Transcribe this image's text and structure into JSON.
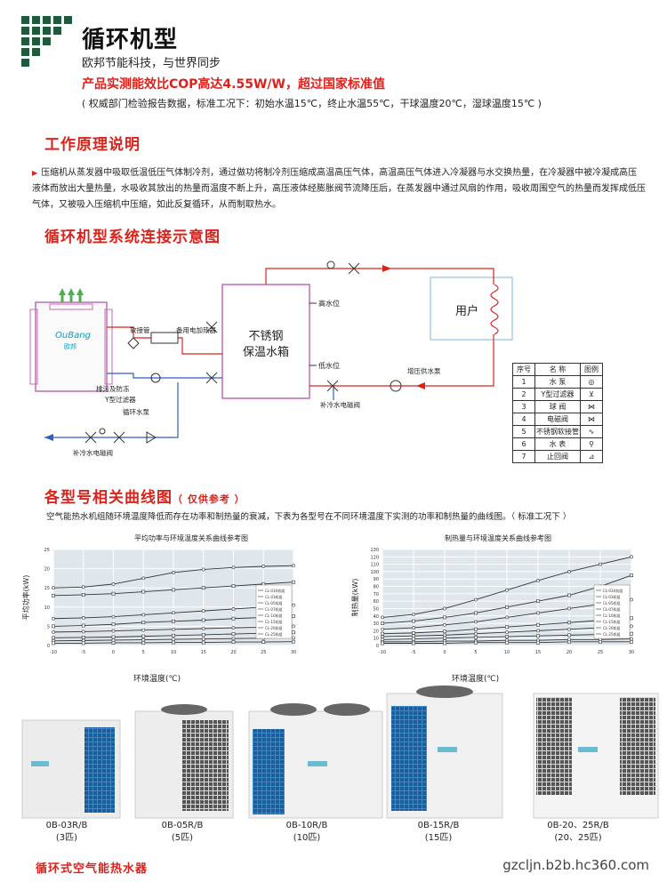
{
  "header": {
    "title": "循环机型",
    "slogan": "欧邦节能科技，与世界同步",
    "cop_claim": "产品实测能效比COP高达4.55W/W，超过国家标准值",
    "test_condition": "( 权威部门检验报告数据，标准工况下：初始水温15℃，终止水温55℃，干球温度20℃，湿球温度15℃ )"
  },
  "principle": {
    "title": "工作原理说明",
    "text": "压缩机从蒸发器中吸取低温低压气体制冷剂，通过做功将制冷剂压缩成高温高压气体，高温高压气体进入冷凝器与水交换热量，在冷凝器中被冷凝成高压液体而放出大量热量，水吸收其放出的热量而温度不断上升，高压液体经膨胀阀节流降压后，在蒸发器中通过风扇的作用，吸收周围空气的热量而发挥成低压气体，又被吸入压缩机中压缩，如此反复循环，从而制取热水。"
  },
  "diagram": {
    "title": "循环机型系统连接示意图",
    "tank_label_1": "不锈钢",
    "tank_label_2": "保温水箱",
    "user_label": "用户",
    "brand_text": "OuBang",
    "brand_sub": "欧邦",
    "labels": {
      "soft_pipe": "软接管",
      "backup_heater": "备用电加热器",
      "drain": "排污及防冻",
      "y_filter": "Y型过滤器",
      "circ_pump": "循环水泵",
      "high_level": "高水位",
      "low_level": "低水位",
      "boost_pump": "增压供水泵",
      "makeup_valve_1": "补冷水电磁阀",
      "makeup_valve_2": "补冷水电磁阀"
    },
    "legend": {
      "headers": [
        "序号",
        "名 称",
        "图例"
      ],
      "rows": [
        {
          "no": "1",
          "name": "水 泵",
          "sym": "◎"
        },
        {
          "no": "2",
          "name": "Y型过滤器",
          "sym": "⊻"
        },
        {
          "no": "3",
          "name": "球 阀",
          "sym": "⋈"
        },
        {
          "no": "4",
          "name": "电磁阀",
          "sym": "⋈"
        },
        {
          "no": "5",
          "name": "不锈钢软接管",
          "sym": "∿"
        },
        {
          "no": "6",
          "name": "水 表",
          "sym": "⚲"
        },
        {
          "no": "7",
          "name": "止回阀",
          "sym": "⊿"
        }
      ]
    }
  },
  "curves": {
    "title": "各型号相关曲线图",
    "title_note": "（ 仅供参考 ）",
    "note": "空气能热水机组随环境温度降低而存在功率和制热量的衰减，下表为各型号在不同环境温度下实测的功率和制热量的曲线图。（ 标准工况下 ）",
    "legend_items": [
      "CL-03X机组",
      "CL-03机组",
      "CL-05机组",
      "CL-07机组",
      "CL-10机组",
      "CL-15机组",
      "CL-20机组",
      "CL-25机组"
    ],
    "x_ticks": [
      "-10",
      "-5",
      "0",
      "5",
      "10",
      "15",
      "20",
      "25",
      "30"
    ]
  },
  "chart_data": [
    {
      "type": "line",
      "title": "平均功率与环境温度关系曲线参考图",
      "xlabel": "环境温度(℃)",
      "ylabel": "平均功率(kW)",
      "x": [
        -10,
        -5,
        0,
        5,
        10,
        15,
        20,
        25,
        30
      ],
      "ylim": [
        0,
        25
      ],
      "y_ticks": [
        "0",
        "5",
        "10",
        "15",
        "20",
        "25"
      ],
      "series": [
        {
          "values": [
            15.0,
            15.2,
            16.0,
            17.5,
            19.0,
            19.8,
            20.3,
            20.6,
            20.8
          ]
        },
        {
          "values": [
            13.0,
            13.2,
            13.5,
            14.0,
            14.5,
            15.0,
            15.5,
            16.0,
            16.5
          ]
        },
        {
          "values": [
            7.0,
            7.2,
            7.5,
            8.0,
            8.5,
            9.0,
            9.5,
            10.0,
            10.5
          ]
        },
        {
          "values": [
            5.0,
            5.2,
            5.5,
            6.0,
            6.3,
            6.6,
            7.0,
            7.3,
            7.6
          ]
        },
        {
          "values": [
            3.5,
            3.6,
            3.8,
            4.0,
            4.2,
            4.4,
            4.6,
            4.8,
            5.0
          ]
        },
        {
          "values": [
            2.0,
            2.1,
            2.2,
            2.4,
            2.6,
            2.8,
            3.0,
            3.2,
            3.4
          ]
        },
        {
          "values": [
            1.2,
            1.3,
            1.4,
            1.5,
            1.6,
            1.7,
            1.8,
            1.9,
            2.0
          ]
        },
        {
          "values": [
            0.6,
            0.6,
            0.7,
            0.7,
            0.8,
            0.8,
            0.9,
            0.9,
            1.0
          ]
        }
      ]
    },
    {
      "type": "line",
      "title": "制热量与环境温度关系曲线参考图",
      "xlabel": "环境温度(℃)",
      "ylabel": "制热量(kW)",
      "x": [
        -10,
        -5,
        0,
        5,
        10,
        15,
        20,
        25,
        30
      ],
      "ylim": [
        0,
        130
      ],
      "y_ticks": [
        "0",
        "10",
        "20",
        "30",
        "40",
        "50",
        "60",
        "70",
        "80",
        "90",
        "100",
        "110",
        "120",
        "130"
      ],
      "series": [
        {
          "values": [
            38,
            42,
            50,
            62,
            75,
            88,
            100,
            110,
            120
          ]
        },
        {
          "values": [
            30,
            33,
            38,
            44,
            52,
            60,
            68,
            80,
            95
          ]
        },
        {
          "values": [
            22,
            24,
            28,
            32,
            38,
            44,
            50,
            56,
            62
          ]
        },
        {
          "values": [
            16,
            17,
            19,
            22,
            25,
            28,
            31,
            34,
            37
          ]
        },
        {
          "values": [
            12,
            13,
            14,
            16,
            18,
            20,
            22,
            24,
            26
          ]
        },
        {
          "values": [
            8,
            9,
            10,
            11,
            12,
            13,
            14,
            15,
            16
          ]
        },
        {
          "values": [
            5,
            5,
            6,
            6,
            7,
            7,
            8,
            8,
            9
          ]
        },
        {
          "values": [
            3,
            3,
            3,
            4,
            4,
            4,
            5,
            5,
            5
          ]
        }
      ]
    }
  ],
  "products": [
    {
      "model": "0B-03R/B",
      "hp": "(3匹)"
    },
    {
      "model": "0B-05R/B",
      "hp": "(5匹)"
    },
    {
      "model": "0B-10R/B",
      "hp": "(10匹)"
    },
    {
      "model": "0B-15R/B",
      "hp": "(15匹)"
    },
    {
      "model": "0B-20、25R/B",
      "hp": "(20、25匹)"
    }
  ],
  "footer": {
    "title": "循环式空气能热水器",
    "url": "gzcljn.b2b.hc360.com"
  },
  "colors": {
    "accent_red": "#d9241b",
    "logo_green": "#1f5a3c",
    "chart_bg": "#dfe7ec"
  }
}
